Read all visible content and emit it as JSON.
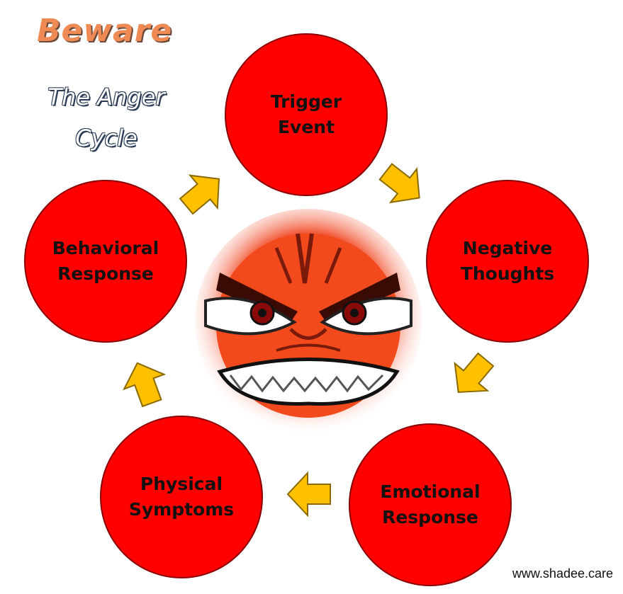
{
  "title": {
    "line1": "Beware",
    "line2": "The Anger Cycle"
  },
  "cycle": [
    {
      "id": "trigger",
      "label": "Trigger\nEvent"
    },
    {
      "id": "negative",
      "label": "Negative\nThoughts"
    },
    {
      "id": "emotional",
      "label": "Emotional\nResponse"
    },
    {
      "id": "physical",
      "label": "Physical\nSymptoms"
    },
    {
      "id": "behavioral",
      "label": "Behavioral\nResponse"
    }
  ],
  "center_image": "angry-face",
  "colors": {
    "node_fill": "#ff0000",
    "arrow_fill": "#ffc000",
    "title_orange": "#f08a55",
    "title_navy": "#2a3a55"
  },
  "footer": "www.shadee.care"
}
